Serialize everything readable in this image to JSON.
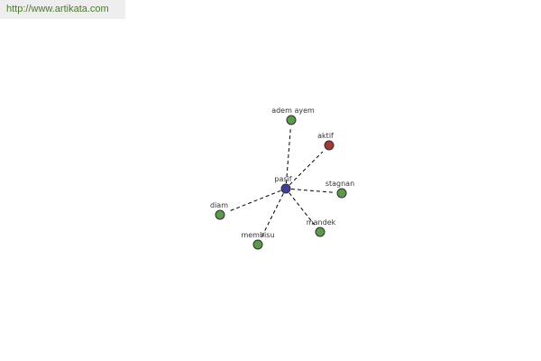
{
  "banner": {
    "url": "http://www.artikata.com",
    "color": "#eeeeee",
    "text_color": "#4a7a2a"
  },
  "graph": {
    "center": {
      "id": "pasif",
      "label": "pasif",
      "color": "#3b3f9a"
    },
    "nodes": [
      {
        "id": "adem-ayem",
        "label": "adem ayem",
        "color": "#5a9a4a"
      },
      {
        "id": "aktif",
        "label": "aktif",
        "color": "#a53a32"
      },
      {
        "id": "stagnan",
        "label": "stagnan",
        "color": "#5a9a4a"
      },
      {
        "id": "mandek",
        "label": "mandek",
        "color": "#5a9a4a"
      },
      {
        "id": "membisu",
        "label": "membisu",
        "color": "#5a9a4a"
      },
      {
        "id": "diam",
        "label": "diam",
        "color": "#5a9a4a"
      }
    ],
    "edges": [
      [
        "pasif",
        "adem-ayem"
      ],
      [
        "pasif",
        "aktif"
      ],
      [
        "pasif",
        "stagnan"
      ],
      [
        "pasif",
        "mandek"
      ],
      [
        "pasif",
        "membisu"
      ],
      [
        "pasif",
        "diam"
      ]
    ]
  }
}
